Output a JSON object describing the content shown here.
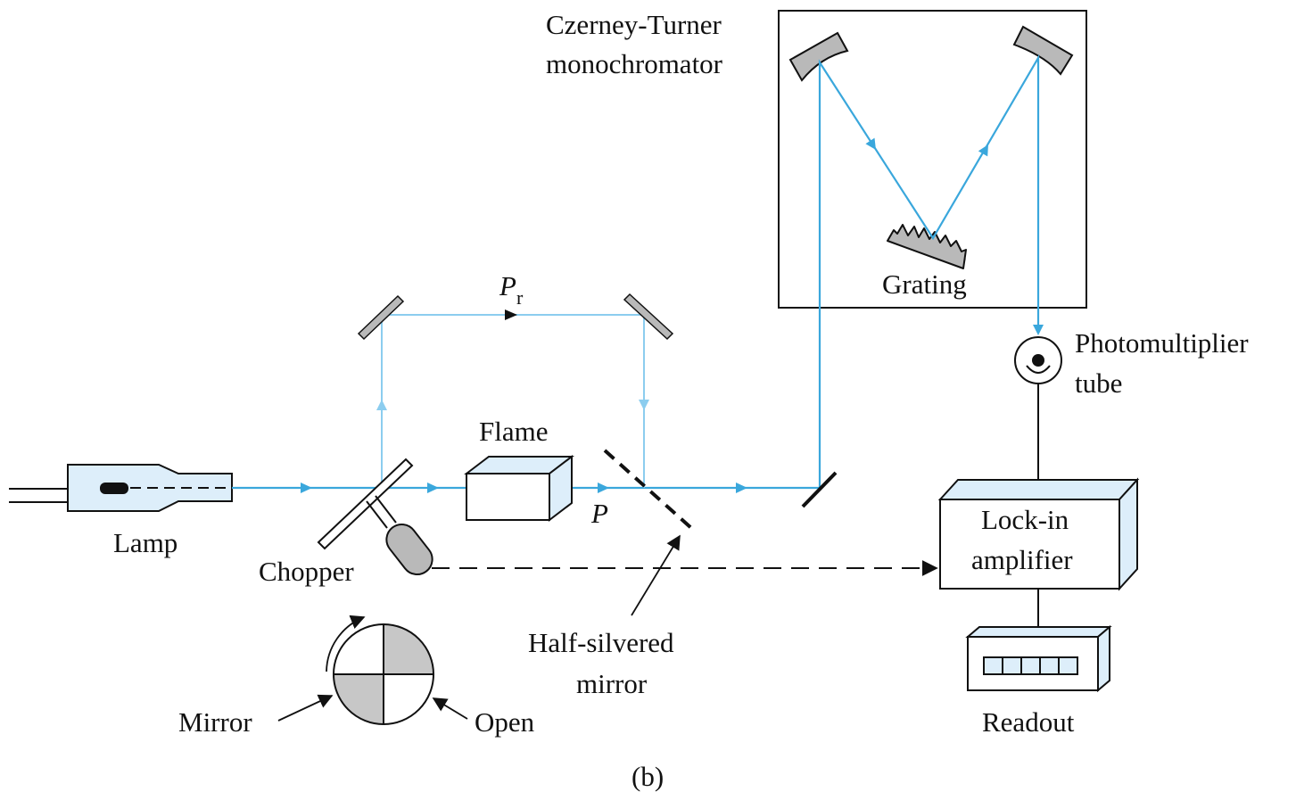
{
  "labels": {
    "monochromator_line1": "Czerney-Turner",
    "monochromator_line2": "monochromator",
    "grating": "Grating",
    "pr_main": "P",
    "pr_sub": "r",
    "flame": "Flame",
    "p": "P",
    "lamp": "Lamp",
    "chopper": "Chopper",
    "half_silvered_line1": "Half-silvered",
    "half_silvered_line2": "mirror",
    "pmt_line1": "Photomultiplier",
    "pmt_line2": "tube",
    "lockin_line1": "Lock-in",
    "lockin_line2": "amplifier",
    "readout": "Readout",
    "mirror": "Mirror",
    "open": "Open",
    "caption": "(b)"
  },
  "colors": {
    "beam": "#3aa7dc",
    "beam_light": "#8ccdef",
    "component_fill": "#ddeefa",
    "mirror_gray": "#b9b9b9"
  }
}
